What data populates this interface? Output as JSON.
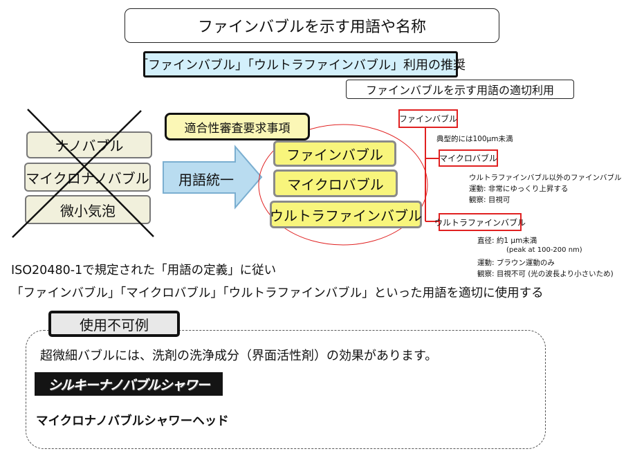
{
  "title": "ファインバブルを示す用語や名称",
  "recommend": "「ファインバブル」「ウルトラファインバブル」利用の推奨",
  "proper_use": "ファインバブルを示す用語の適切利用",
  "discouraged_terms": [
    "ナノバブル",
    "マイクロナノバブル",
    "微小気泡"
  ],
  "review_requirements": "適合性審査要求事項",
  "arrow_label": "用語統一",
  "recommended_terms": [
    "ファインバブル",
    "マイクロバブル",
    "ウルトラファインバブル"
  ],
  "definitions": {
    "fine": {
      "term": "ファインバブル",
      "notes": [
        "典型的には100μm未満"
      ]
    },
    "micro": {
      "term": "マイクロバブル",
      "notes": [
        "ウルトラファインバブル以外のファインバブル",
        "運動: 非常にゆっくり上昇する",
        "観察: 目視可"
      ]
    },
    "ultra": {
      "term": "ウルトラファインバブル",
      "notes": [
        "直径: 約1 μm未満",
        "(peak at 100-200 nm)",
        "運動: ブラウン運動のみ",
        "観察: 目視不可 (光の波長より小さいため)"
      ]
    }
  },
  "iso_text": [
    "ISO20480-1で規定された「用語の定義」に従い",
    "「ファインバブル」「マイクロバブル」「ウルトラファインバブル」といった用語を適切に使用する"
  ],
  "misuse": {
    "label": "使用不可例",
    "examples": [
      "超微細バブルには、洗剤の洗浄成分（界面活性剤）の効果があります。",
      "シルキーナノバブルシャワー",
      "マイクロナノバブルシャワーヘッド"
    ]
  },
  "colors": {
    "recommend_fill": "#d3f0fb",
    "discouraged_fill": "#f1f0dc",
    "review_fill": "#fbf7b6",
    "term_fill": "#f8f57c",
    "arrow_fill": "#b9dcf0",
    "definition_border": "#e02020",
    "ellipse_stroke": "#e02020"
  }
}
